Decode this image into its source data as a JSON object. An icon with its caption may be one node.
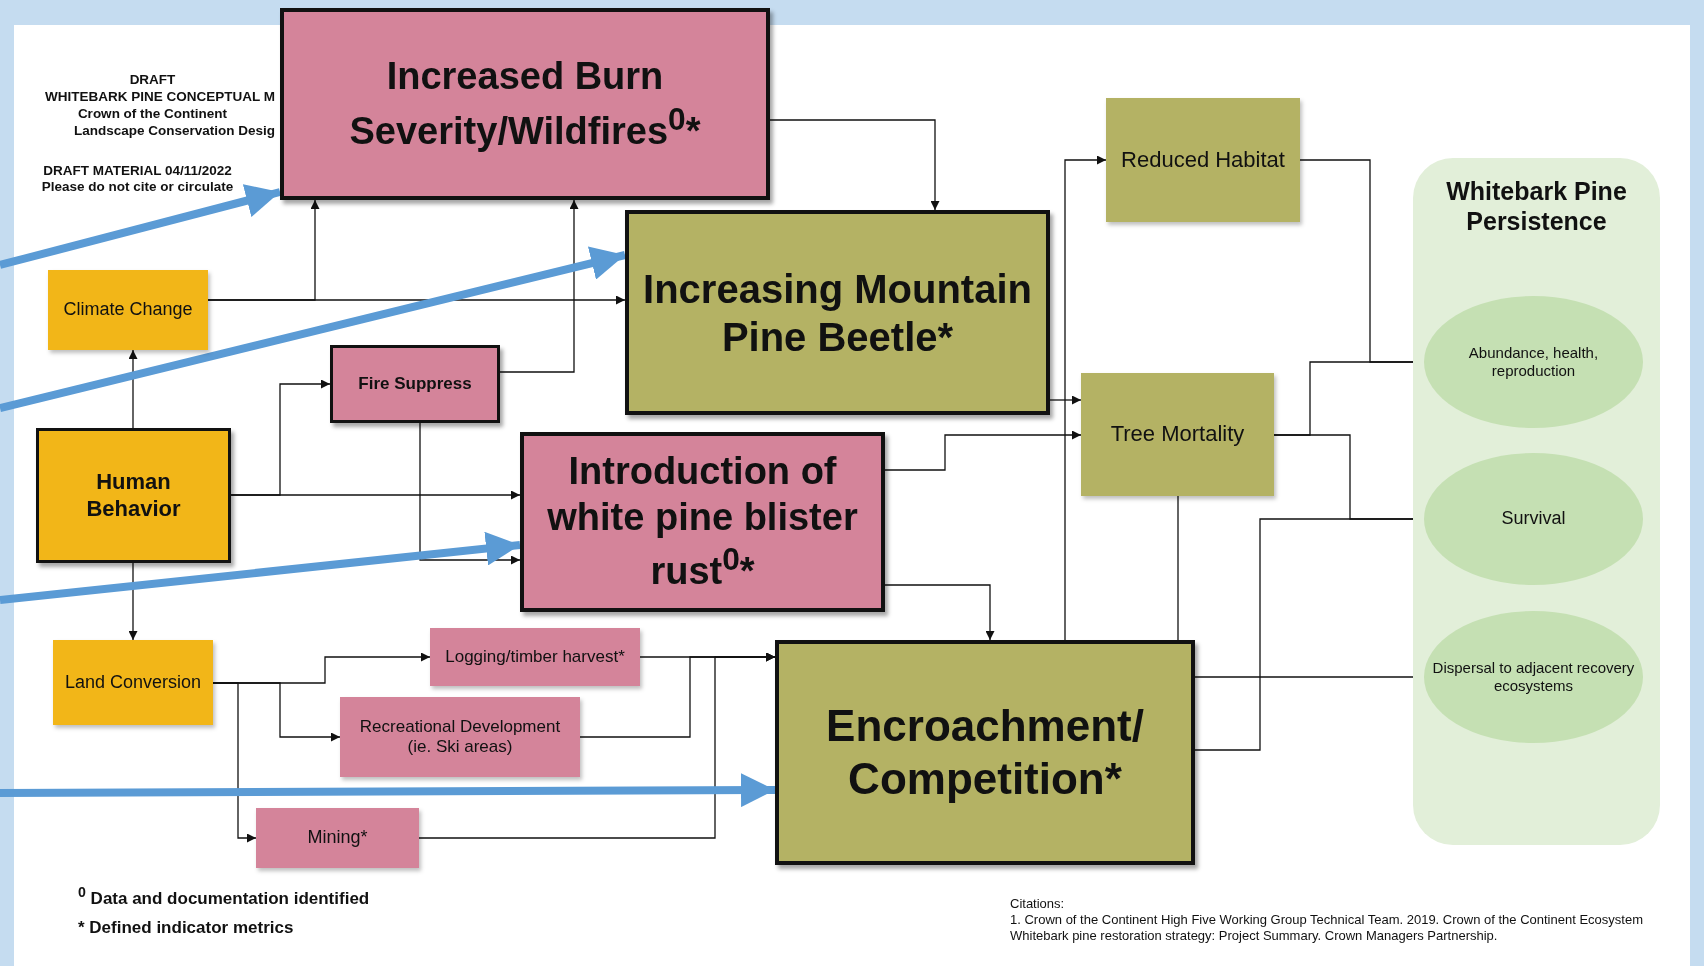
{
  "diagram": {
    "nodes": [
      {
        "text": [
          "Increased Burn Severity/Wildfires$^{0}$*"
        ]
      },
      {
        "text": [
          "Increasing Mountain Pine Beetle*"
        ]
      },
      {
        "text": [
          "Introduction of white pine blister rust$^{0}$*"
        ]
      },
      {
        "text": [
          "Encroachment/ Competition*"
        ]
      },
      {
        "text": [
          "Climate Change"
        ]
      },
      {
        "text": [
          "Human Behavior"
        ]
      },
      {
        "text": [
          "Land Conversion"
        ]
      },
      {
        "text": [
          "Fire Suppress"
        ]
      },
      {
        "text": [
          "Logging/timber harvest*"
        ]
      },
      {
        "text": [
          "Recreational Development (ie. Ski areas)"
        ]
      },
      {
        "text": [
          "Mining*"
        ]
      },
      {
        "text": [
          "Reduced Habitat"
        ]
      },
      {
        "text": [
          "Tree Mortality"
        ]
      },
      {
        "text": [
          "Whitebark Pine Persistence"
        ]
      },
      {
        "text": [
          "Abundance, health, reproduction"
        ],
        "in": 13
      },
      {
        "text": [
          "Survival"
        ],
        "in": 13
      },
      {
        "text": [
          "Dispersal to adjacent recovery ecosystems"
        ],
        "in": 13
      }
    ],
    "edges": [
      {
        "from": 5,
        "to": 4,
        "arrow": "to"
      },
      {
        "from": 5,
        "to": 6,
        "arrow": "to"
      },
      {
        "from": 5,
        "to": 7,
        "arrow": "to"
      },
      {
        "from": 5,
        "to": 2,
        "arrow": "to"
      },
      {
        "from": 4,
        "to": 0,
        "arrow": "to"
      },
      {
        "from": 4,
        "to": 1,
        "arrow": "to"
      },
      {
        "from": 7,
        "to": 0,
        "arrow": "to"
      },
      {
        "from": 7,
        "to": 2,
        "arrow": "to"
      },
      {
        "from": 0,
        "to": 1,
        "arrow": "to"
      },
      {
        "from": 1,
        "to": 12,
        "arrow": "to"
      },
      {
        "from": 2,
        "to": 12,
        "arrow": "to"
      },
      {
        "from": 3,
        "to": 11,
        "arrow": "to"
      },
      {
        "from": 12,
        "to": 14,
        "arrow": "to"
      },
      {
        "from": 12,
        "to": 15,
        "arrow": "to"
      },
      {
        "from": 11,
        "to": 14,
        "arrow": "to"
      },
      {
        "from": 12,
        "to": 3,
        "arrow": "none"
      },
      {
        "from": 2,
        "to": 3,
        "arrow": "to"
      },
      {
        "from": 3,
        "to": 15,
        "arrow": "to"
      },
      {
        "from": 3,
        "to": 16,
        "arrow": "to"
      },
      {
        "from": 6,
        "to": 8,
        "arrow": "to"
      },
      {
        "from": 6,
        "to": 9,
        "arrow": "to"
      },
      {
        "from": 6,
        "to": 10,
        "arrow": "to"
      },
      {
        "from": 8,
        "to": 3,
        "arrow": "to"
      },
      {
        "from": 9,
        "to": 3,
        "arrow": "to"
      },
      {
        "from": 10,
        "to": 3,
        "arrow": "to"
      },
      {
        "from": null,
        "to": 0,
        "arrow": "to",
        "style": "thick",
        "color": "#5b9bd5"
      },
      {
        "from": null,
        "to": 1,
        "arrow": "to",
        "style": "thick",
        "color": "#5b9bd5"
      },
      {
        "from": null,
        "to": 2,
        "arrow": "to",
        "style": "thick",
        "color": "#5b9bd5"
      },
      {
        "from": null,
        "to": 3,
        "arrow": "to",
        "style": "thick",
        "color": "#5b9bd5"
      }
    ],
    "labels": [
      "DRAFT",
      "WHITEBARK PINE CONCEPTUAL M",
      "Crown of the Continent",
      "Landscape Conservation Desig",
      "DRAFT MATERIAL 04/11/2022 Please do not cite or circulate",
      "$^{0}$ Data and documentation identified",
      "* Defined indicator metrics",
      "Citations:",
      "1. Crown of the Continent High Five Working Group Technical Team. 2019. Crown of the Continent Ecosystem Whitebark pine restoration strategy: Project Summary. Crown Managers Partnership."
    ]
  }
}
